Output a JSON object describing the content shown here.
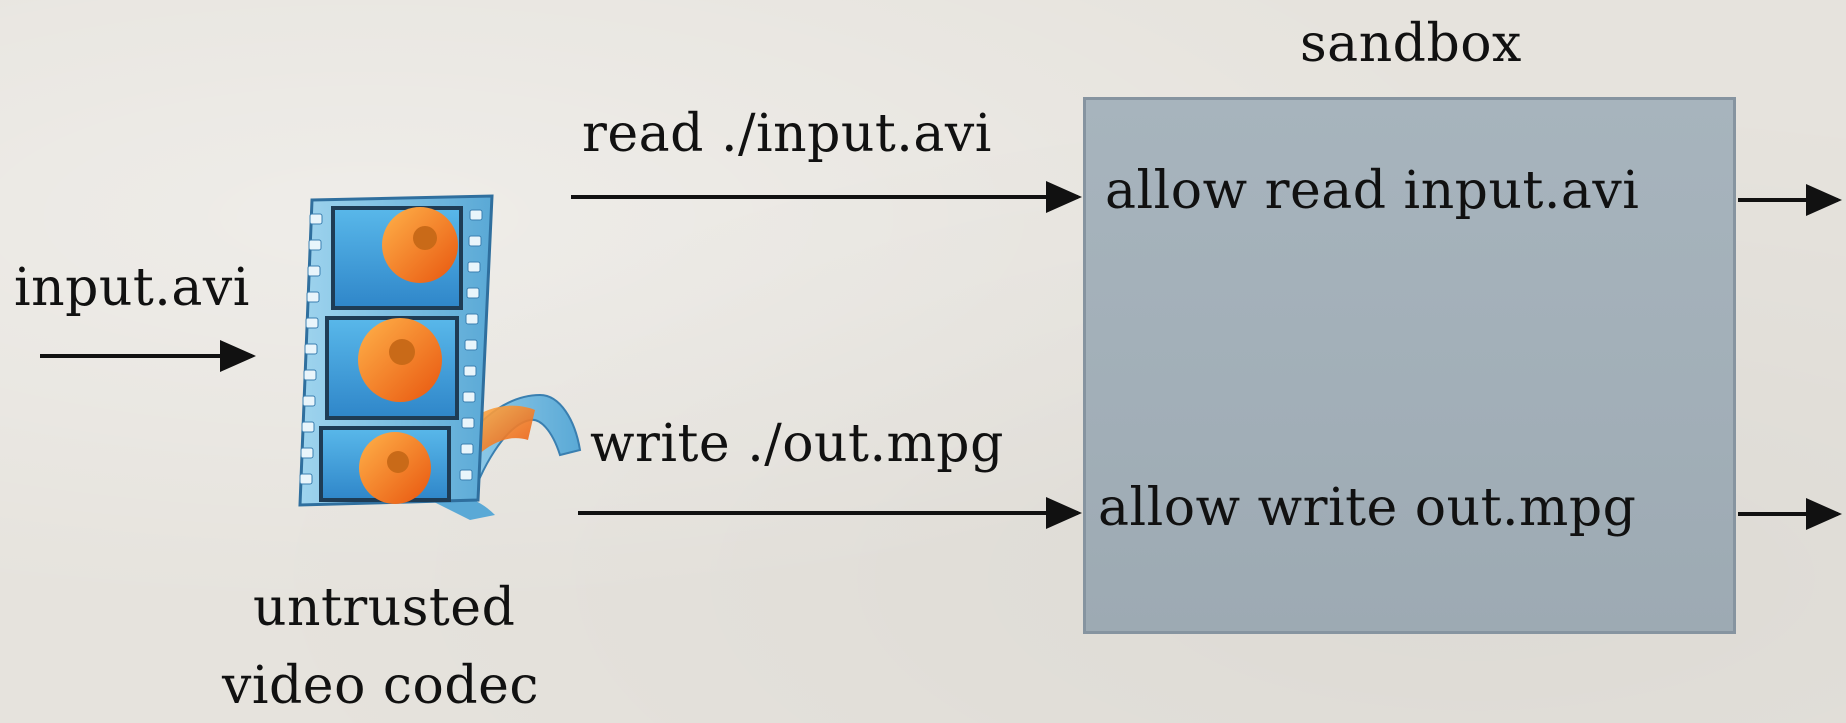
{
  "diagram": {
    "sandbox_title": "sandbox",
    "input_label": "input.avi",
    "codec_label_line1": "untrusted",
    "codec_label_line2": "video codec",
    "read_request": "read ./input.avi",
    "write_request": "write ./out.mpg",
    "allow_read_rule": "allow read input.avi",
    "allow_write_rule": "allow write out.mpg",
    "codec_icon": "film-strip-icon",
    "colors": {
      "background": "#e6e3dd",
      "sandbox_fill": "#a2afb8",
      "sandbox_border": "#8694a0",
      "arrow": "#111111",
      "flower": "#f07a1a"
    }
  }
}
